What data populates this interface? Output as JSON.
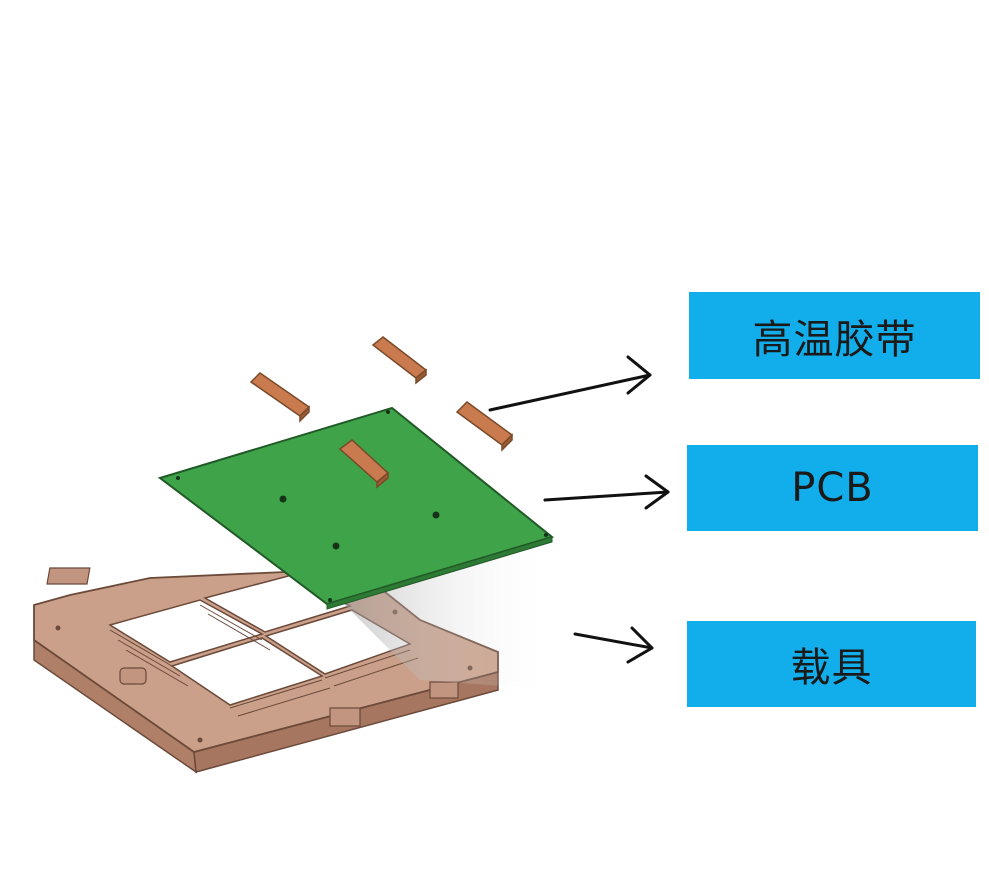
{
  "labels": {
    "tape": "高温胶带",
    "pcb": "PCB",
    "carrier": "载具"
  },
  "colors": {
    "label_bg": "#12AEEC",
    "pcb_green": "#3FA34A",
    "tape_copper": "#C97A4E",
    "carrier_tan": "#C89A82",
    "arrow": "#111111"
  }
}
